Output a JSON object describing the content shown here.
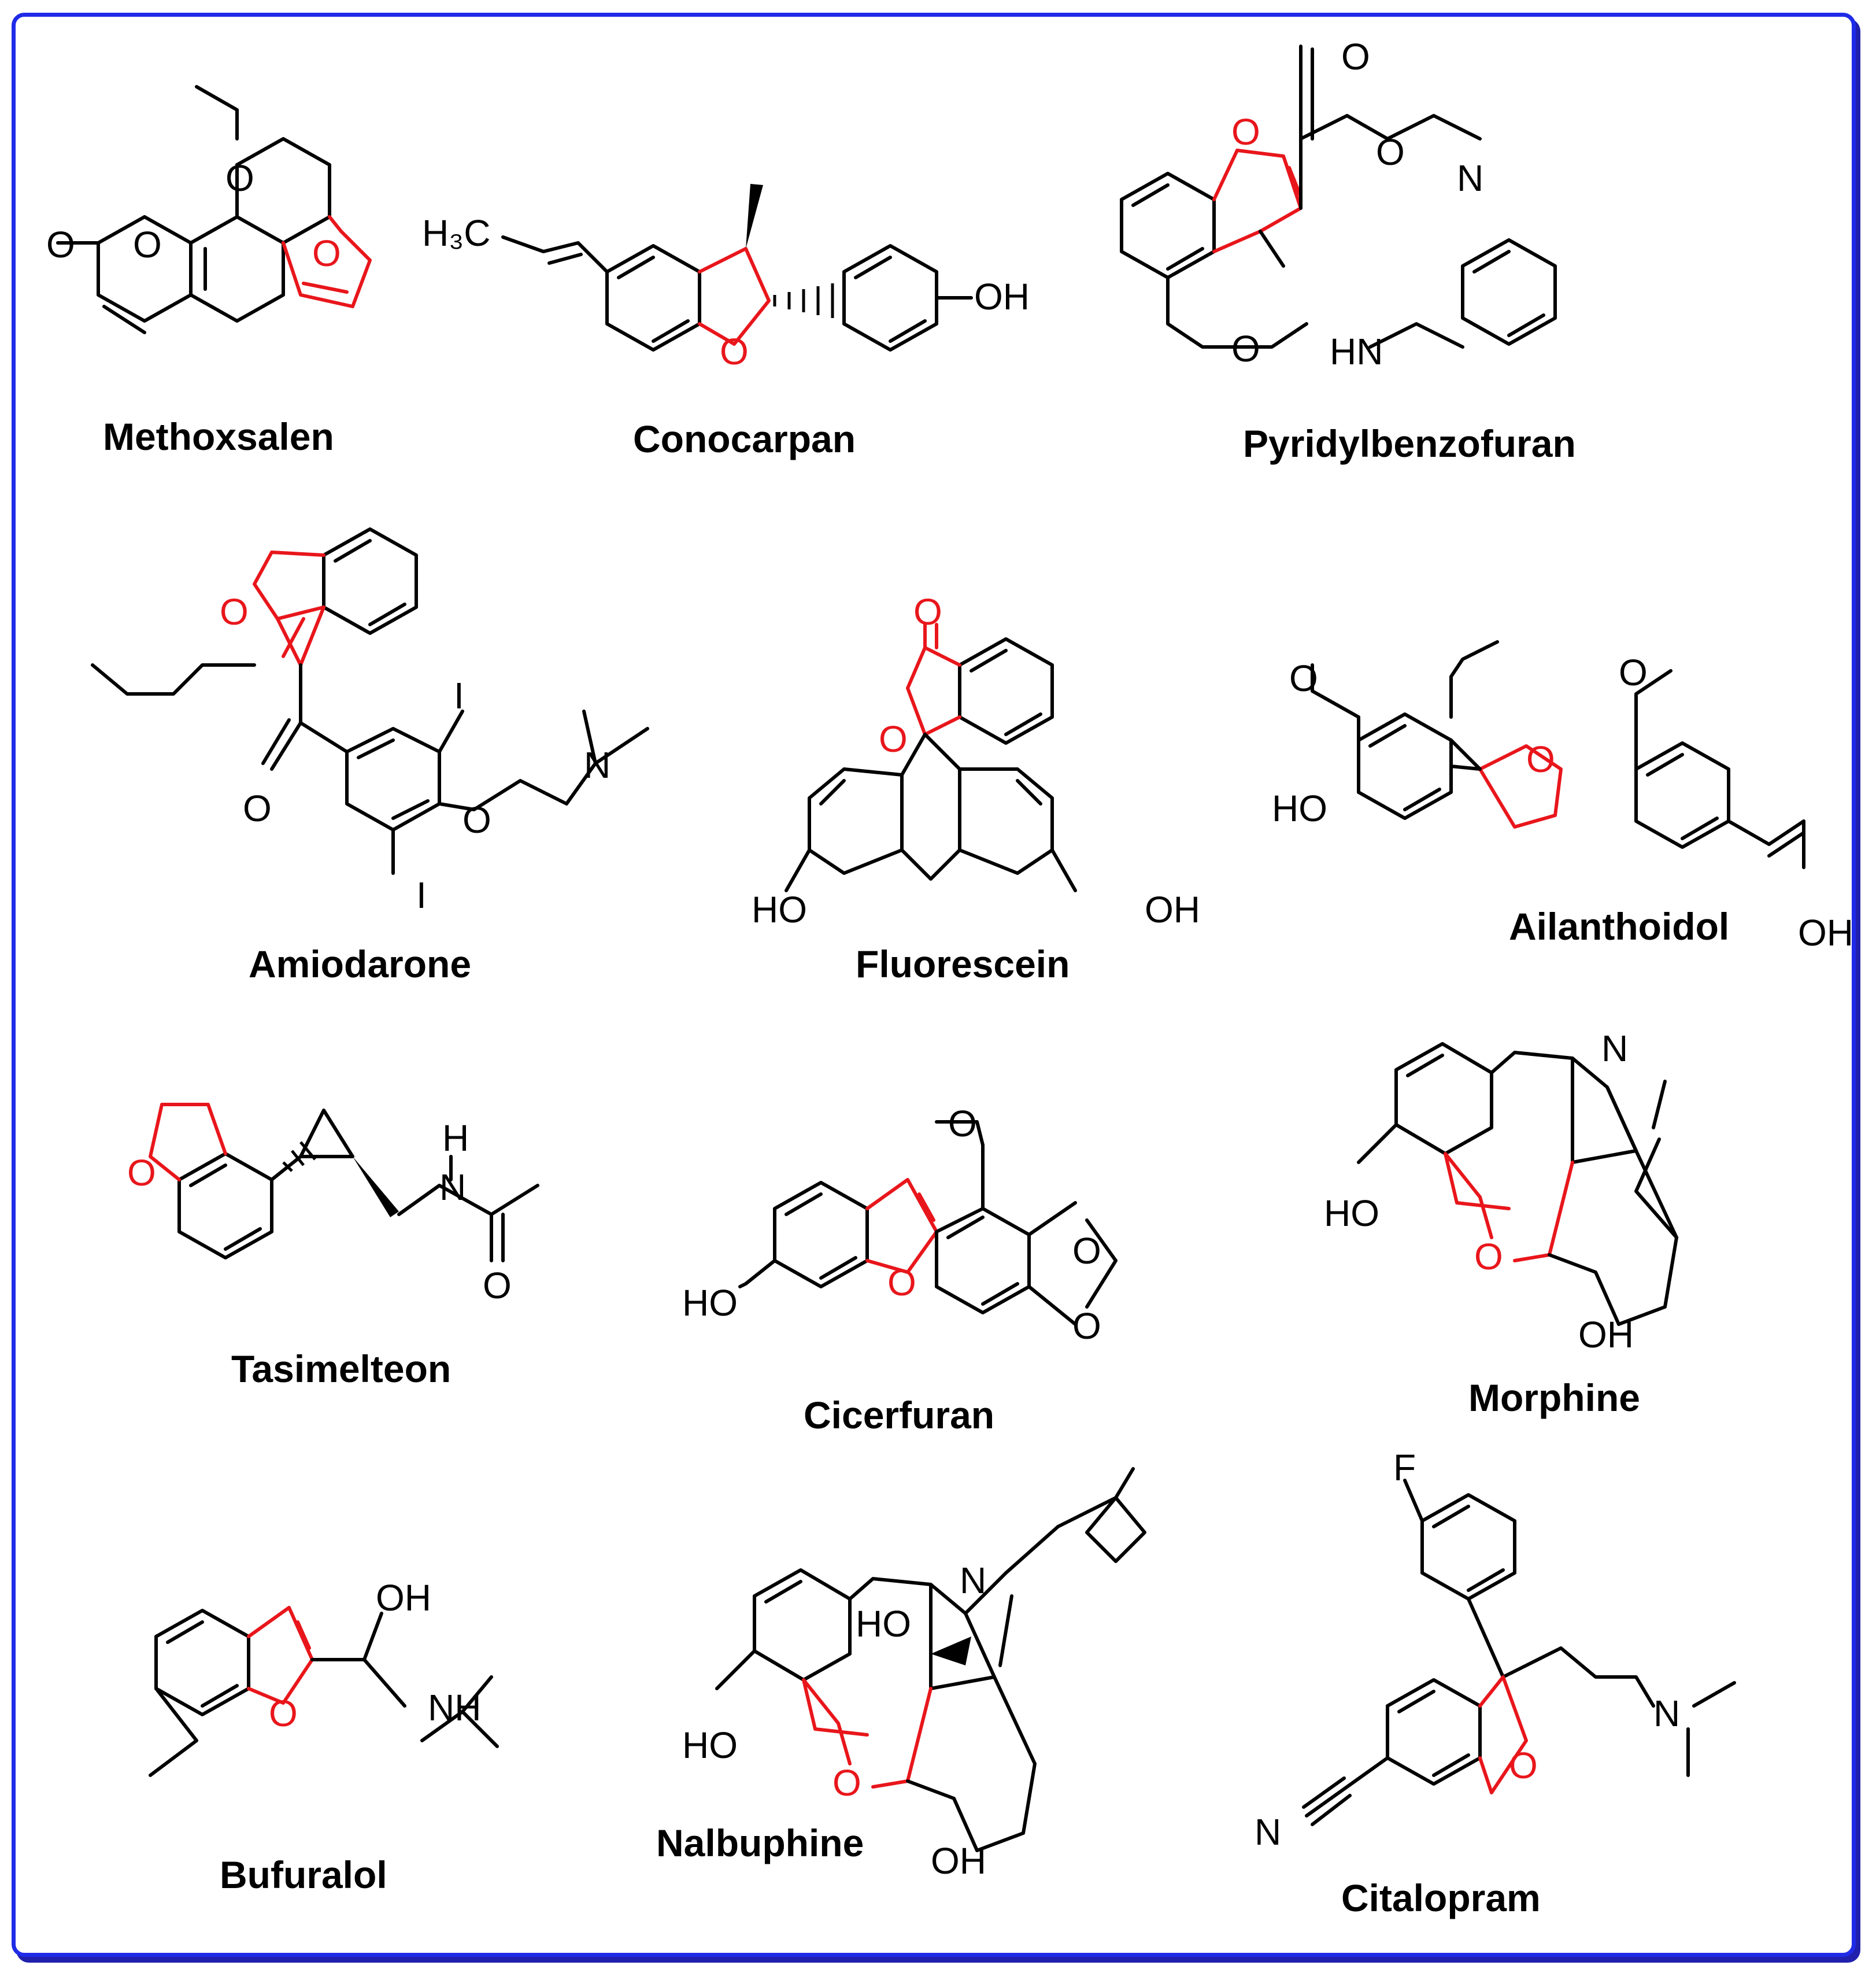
{
  "figure": {
    "border_color": "#1f2be8",
    "furan_highlight_color": "#e8161b",
    "compounds": [
      {
        "name": "Methoxsalen"
      },
      {
        "name": "Conocarpan"
      },
      {
        "name": "Pyridylbenzofuran"
      },
      {
        "name": "Amiodarone"
      },
      {
        "name": "Fluorescein"
      },
      {
        "name": "Ailanthoidol"
      },
      {
        "name": "Tasimelteon"
      },
      {
        "name": "Cicerfuran"
      },
      {
        "name": "Morphine"
      },
      {
        "name": "Bufuralol"
      },
      {
        "name": "Nalbuphine"
      },
      {
        "name": "Citalopram"
      }
    ]
  }
}
